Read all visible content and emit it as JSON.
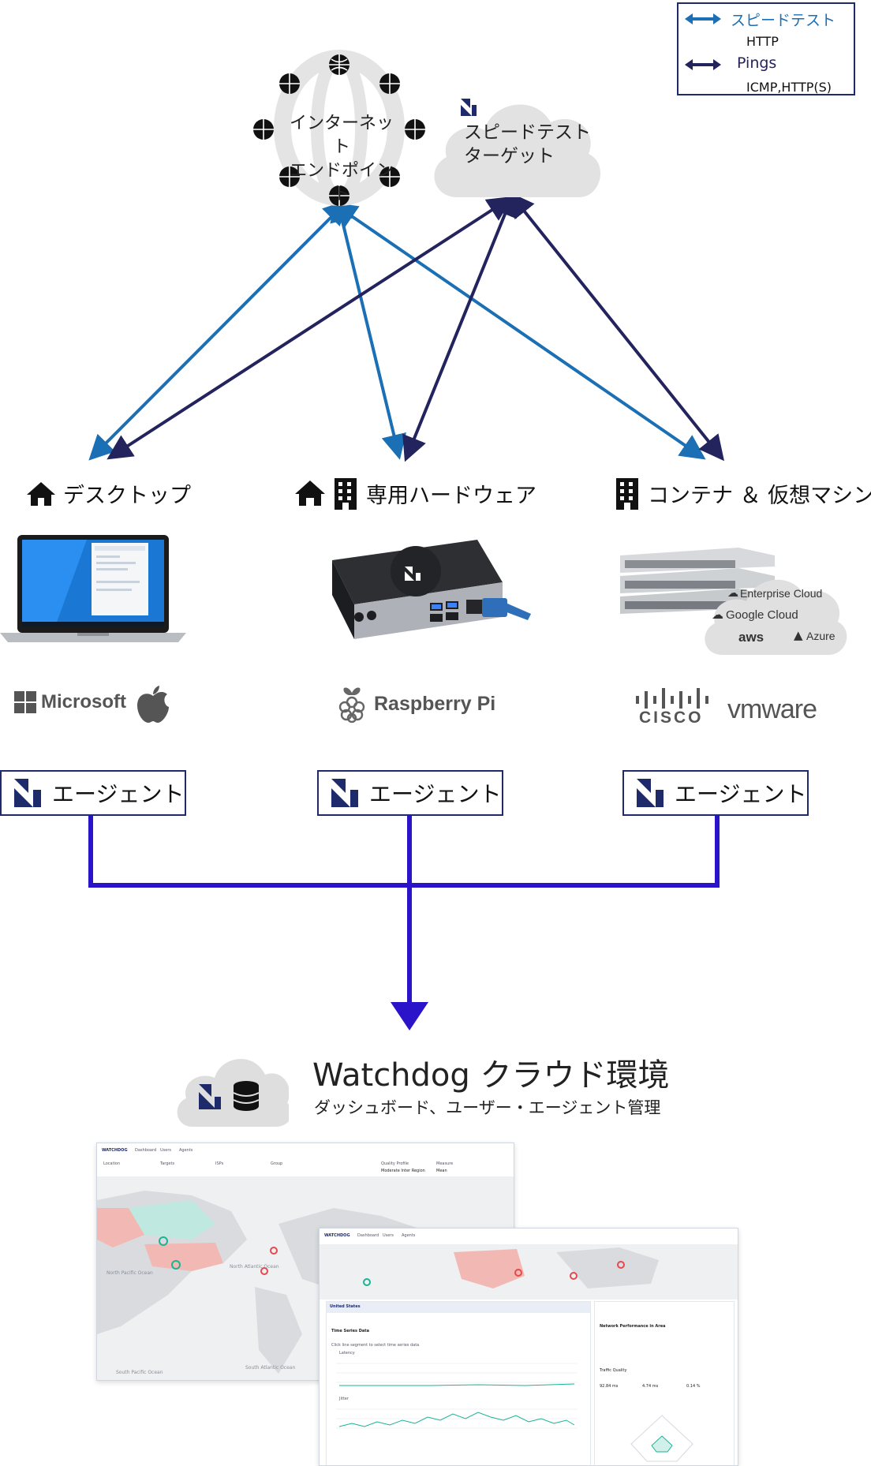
{
  "legend": {
    "speedtest_label": "スピードテスト",
    "speedtest_protocol": "HTTP",
    "pings_label": "Pings",
    "pings_protocol": "ICMP,HTTP(S)"
  },
  "top": {
    "internet_endpoints": [
      "インターネット",
      "エンドポイント"
    ],
    "speedtest_target": [
      "スピードテスト",
      "ターゲット"
    ]
  },
  "categories": {
    "desktop": "デスクトップ",
    "hardware": "専用ハードウェア",
    "container": "コンテナ ＆ 仮想マシン"
  },
  "brands": {
    "microsoft": "Microsoft",
    "raspberry": "Raspberry Pi",
    "cisco": "CISCO",
    "vmware": "vmware",
    "enterprise_cloud": "Enterprise Cloud",
    "google_cloud": "Google Cloud",
    "aws": "aws",
    "azure": "Azure"
  },
  "agents": [
    "エージェント",
    "エージェント",
    "エージェント"
  ],
  "cloud_env": {
    "title": "Watchdog クラウド環境",
    "subtitle": "ダッシュボード、ユーザー・エージェント管理"
  },
  "dashboard": {
    "brand": "WATCHDOG",
    "tabs": [
      "Dashboard",
      "Users",
      "Agents"
    ],
    "filters": [
      "Location",
      "Targets",
      "ISPs",
      "Group",
      "Quality Profile",
      "Measure"
    ],
    "quality_profile_value": "Moderate Inter Region",
    "measure_value": "Mean",
    "ocean_labels": [
      "North Pacific Ocean",
      "North Atlantic Ocean",
      "South Pacific Ocean",
      "South Atlantic Ocean"
    ],
    "panel_title": "United States",
    "panel_section": "Time Series Data",
    "panel_hint": "Click line segment to select time series data",
    "network_perf": "Network Performance in Area",
    "traffic_quality": "Traffic Quality",
    "metric_latency": "92.84 ms",
    "metric_jitter": "4.74 ms",
    "metric_loss": "0.14 %",
    "series": [
      "Latency",
      "Jitter"
    ]
  },
  "colors": {
    "speedtest_arrow": "#1a6fb5",
    "ping_arrow": "#23235e",
    "connector": "#2a13c9",
    "brand_navy": "#1f2a6b"
  }
}
